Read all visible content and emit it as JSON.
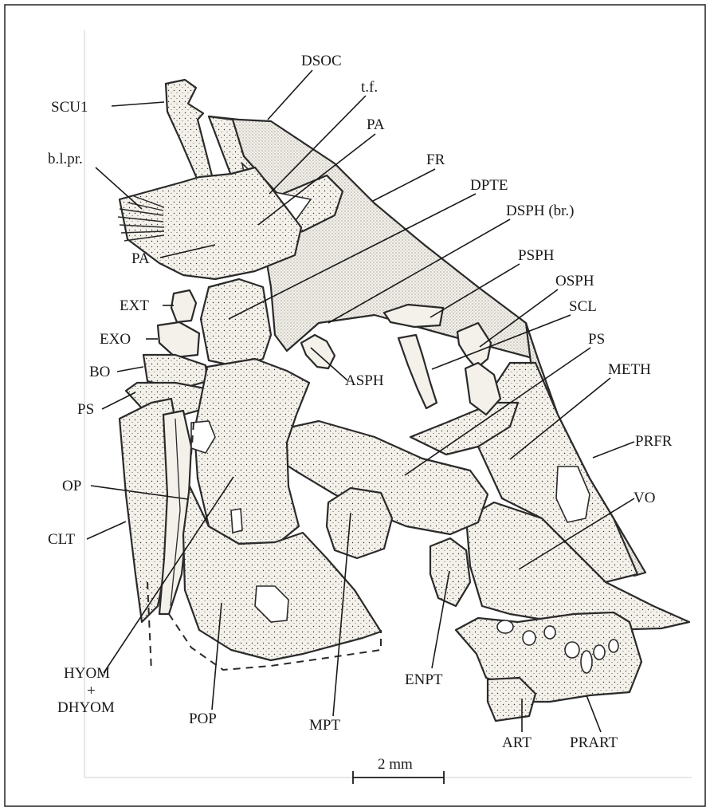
{
  "labels": {
    "dsoc": "DSOC",
    "scu1": "SCU1",
    "tf": "t.f.",
    "pa_top": "PA",
    "blpr": "b.l.pr.",
    "fr": "FR",
    "dpte": "DPTE",
    "dsph": "DSPH (br.)",
    "pa_left": "PA",
    "psph": "PSPH",
    "ext": "EXT",
    "osph": "OSPH",
    "exo": "EXO",
    "scl": "SCL",
    "bo": "BO",
    "asph": "ASPH",
    "ps_right": "PS",
    "ps_left": "PS",
    "meth": "METH",
    "prfr": "PRFR",
    "op": "OP",
    "clt": "CLT",
    "vo": "VO",
    "hyom_1": "HYOM",
    "hyom_2": "+",
    "hyom_3": "DHYOM",
    "enpt": "ENPT",
    "pop": "POP",
    "mpt": "MPT",
    "art": "ART",
    "prart": "PRART"
  },
  "scale_bar": "2 mm",
  "colors": {
    "ink": "#1a1a1a",
    "bone_fill": "#f4f1ea",
    "paper": "#ffffff"
  }
}
